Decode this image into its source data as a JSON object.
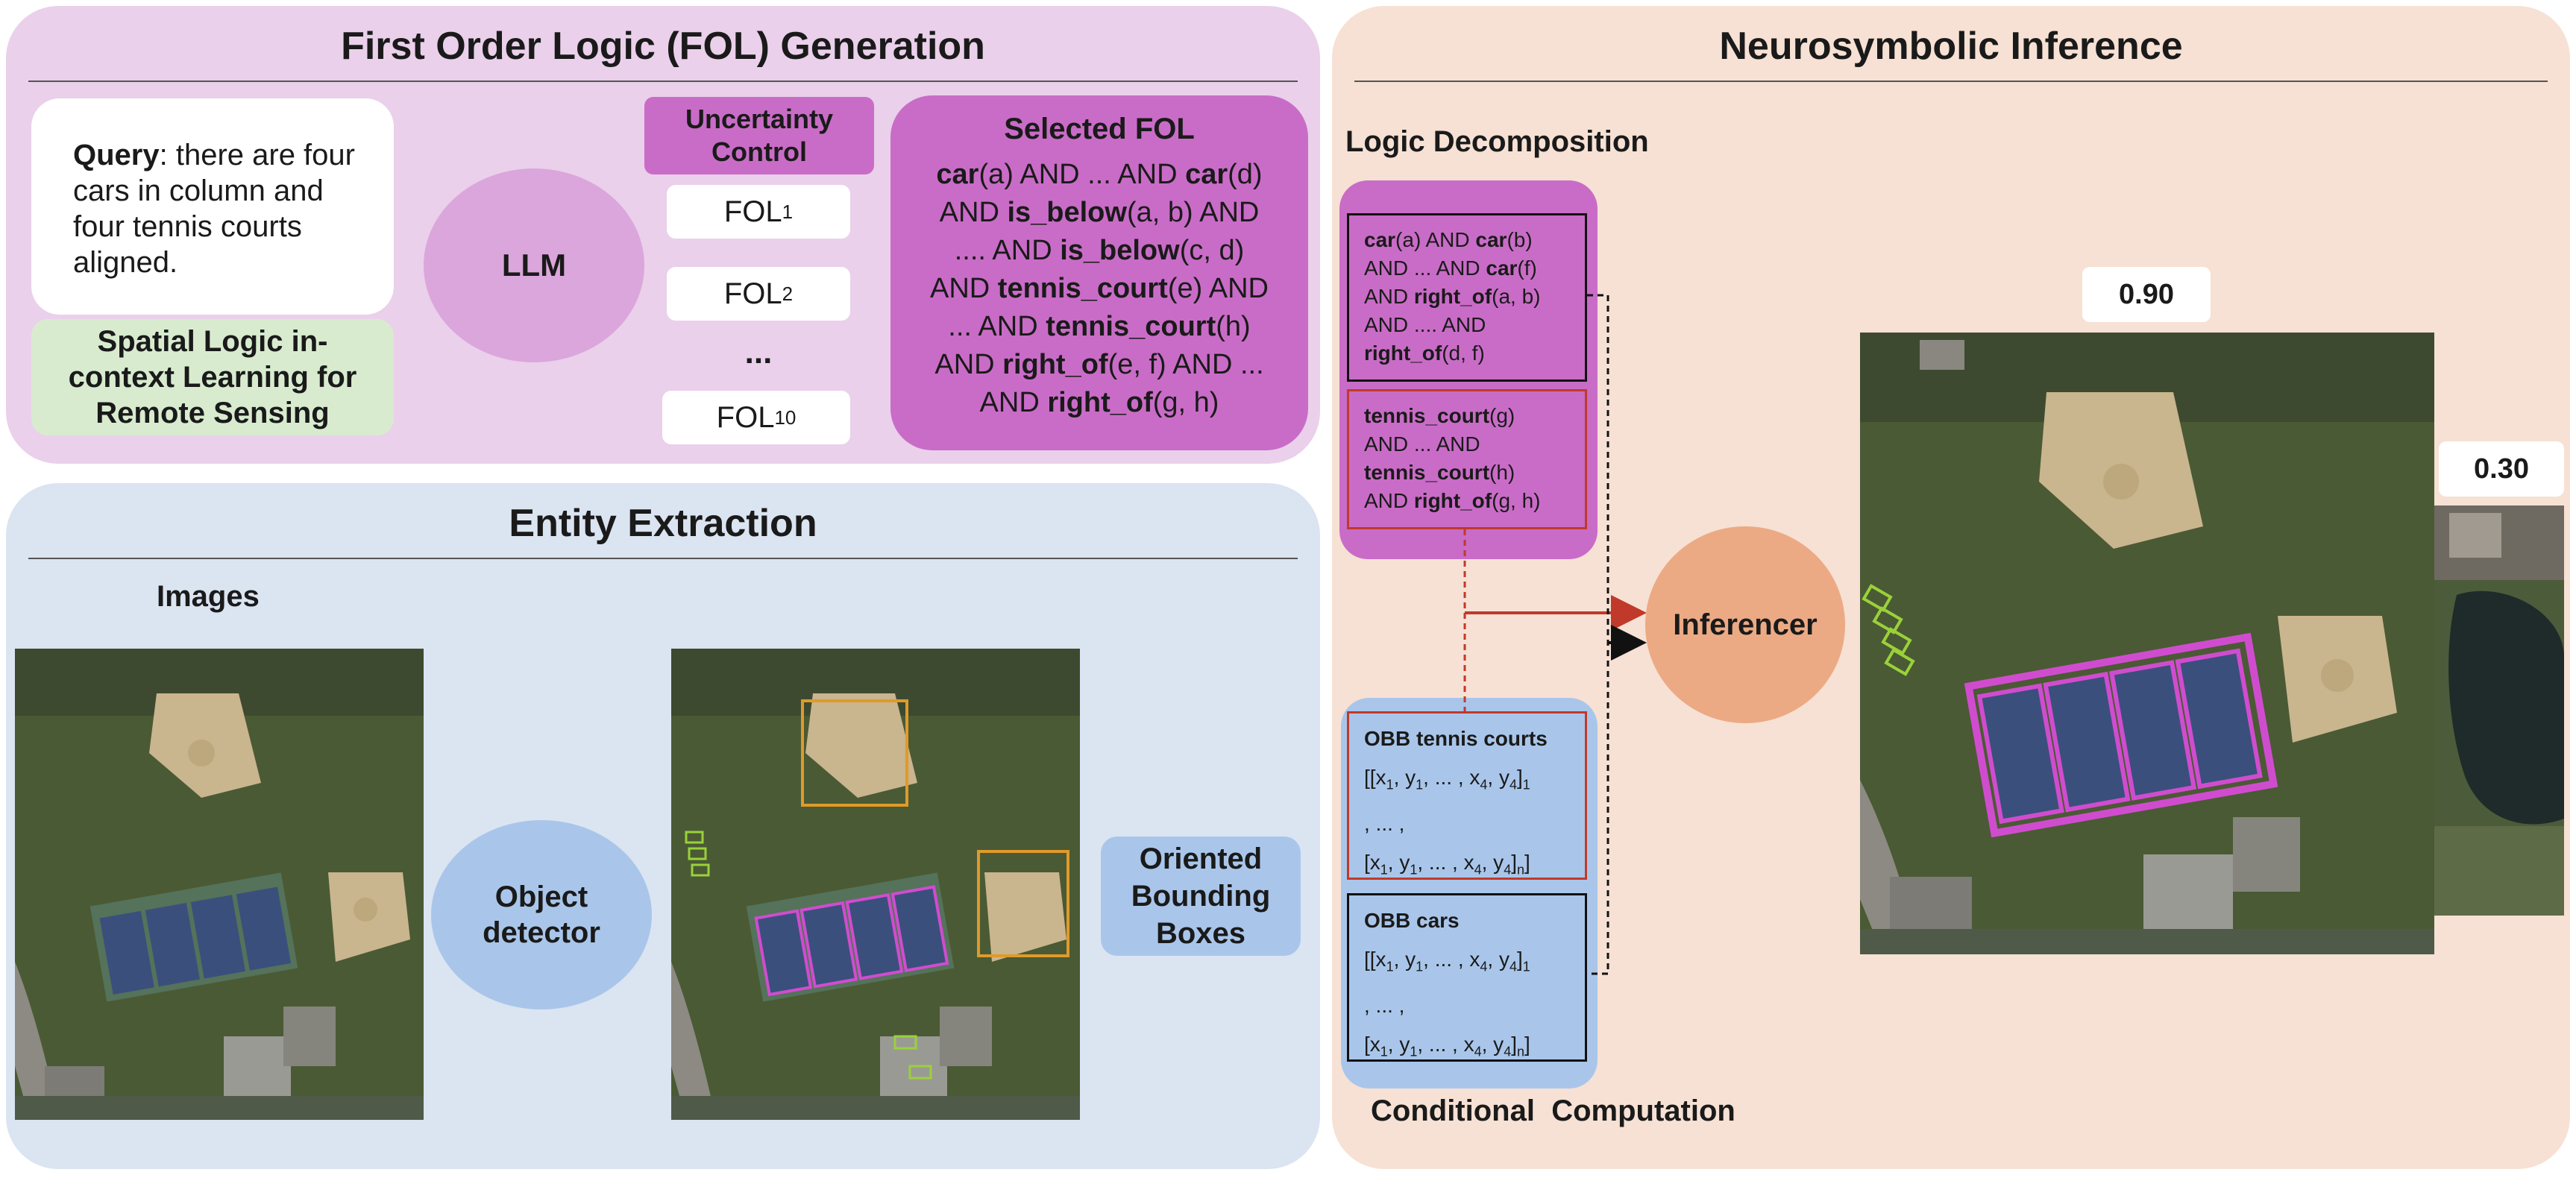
{
  "fol_panel": {
    "title": "First Order Logic (FOL) Generation",
    "query_label": "Query",
    "query_text": ": there are four cars in column and four tennis courts aligned.",
    "icl_label": "Spatial Logic in-context Learning for Remote Sensing",
    "llm_label": "LLM",
    "uncertainty_label": "Uncertainty Control",
    "fol_items": [
      "FOL",
      "FOL",
      "...",
      "FOL"
    ],
    "fol_subs": [
      "1",
      "2",
      "",
      "10"
    ],
    "selected_title": "Selected FOL",
    "selected_lines": [
      [
        "car",
        "(a) AND ... AND ",
        "car",
        "(d)"
      ],
      [
        "AND ",
        "is_below",
        "(a, b) AND"
      ],
      [
        ".... AND ",
        "is_below",
        "(c, d)"
      ],
      [
        "AND ",
        "tennis_court",
        "(e) AND"
      ],
      [
        "... AND ",
        "tennis_court",
        "(h)"
      ],
      [
        "AND ",
        "right_of",
        "(e, f) AND ..."
      ],
      [
        "AND ",
        "right_of",
        "(g, h)"
      ]
    ]
  },
  "entity_panel": {
    "title": "Entity Extraction",
    "images_label": "Images",
    "detector_label": "Object detector",
    "obb_label": "Oriented Bounding Boxes"
  },
  "inference_panel": {
    "title": "Neurosymbolic Inference",
    "logic_decomposition_label": "Logic Decomposition",
    "conditional_label": "Conditional  Computation",
    "inferencer_label": "Inferencer",
    "score_high": "0.90",
    "score_low": "0.30",
    "cars_logic": [
      [
        "car",
        "(a) AND ",
        "car",
        "(b)"
      ],
      [
        "AND ... AND ",
        "car",
        "(f)"
      ],
      [
        "AND ",
        "right_of",
        "(a, b)"
      ],
      [
        "AND .... AND"
      ],
      [
        "right_of",
        "(d, f)"
      ]
    ],
    "courts_logic": [
      [
        "tennis_court",
        "(g)"
      ],
      [
        "AND ... AND"
      ],
      [
        "tennis_court",
        "(h)"
      ],
      [
        "AND ",
        "right_of",
        "(g, h)"
      ]
    ],
    "obb_courts_title": "OBB tennis courts",
    "obb_cars_title": "OBB cars",
    "obb_line1": "[[x1, y1, ... , x4, y4]1",
    "obb_line2": ", ... ,",
    "obb_line3": "[x1, y1, ... , x4, y4]n]"
  },
  "colors": {
    "fol_panel_bg": "#ead0ea",
    "entity_panel_bg": "#dbe4f1",
    "inference_panel_bg": "#f6e1d4",
    "magenta": "#c96cc7",
    "llm_ellipse": "#dba6db",
    "green_box": "#d8ebcf",
    "blue": "#a9c6ea",
    "orange": "#ecaa84",
    "red": "#c0392b"
  }
}
